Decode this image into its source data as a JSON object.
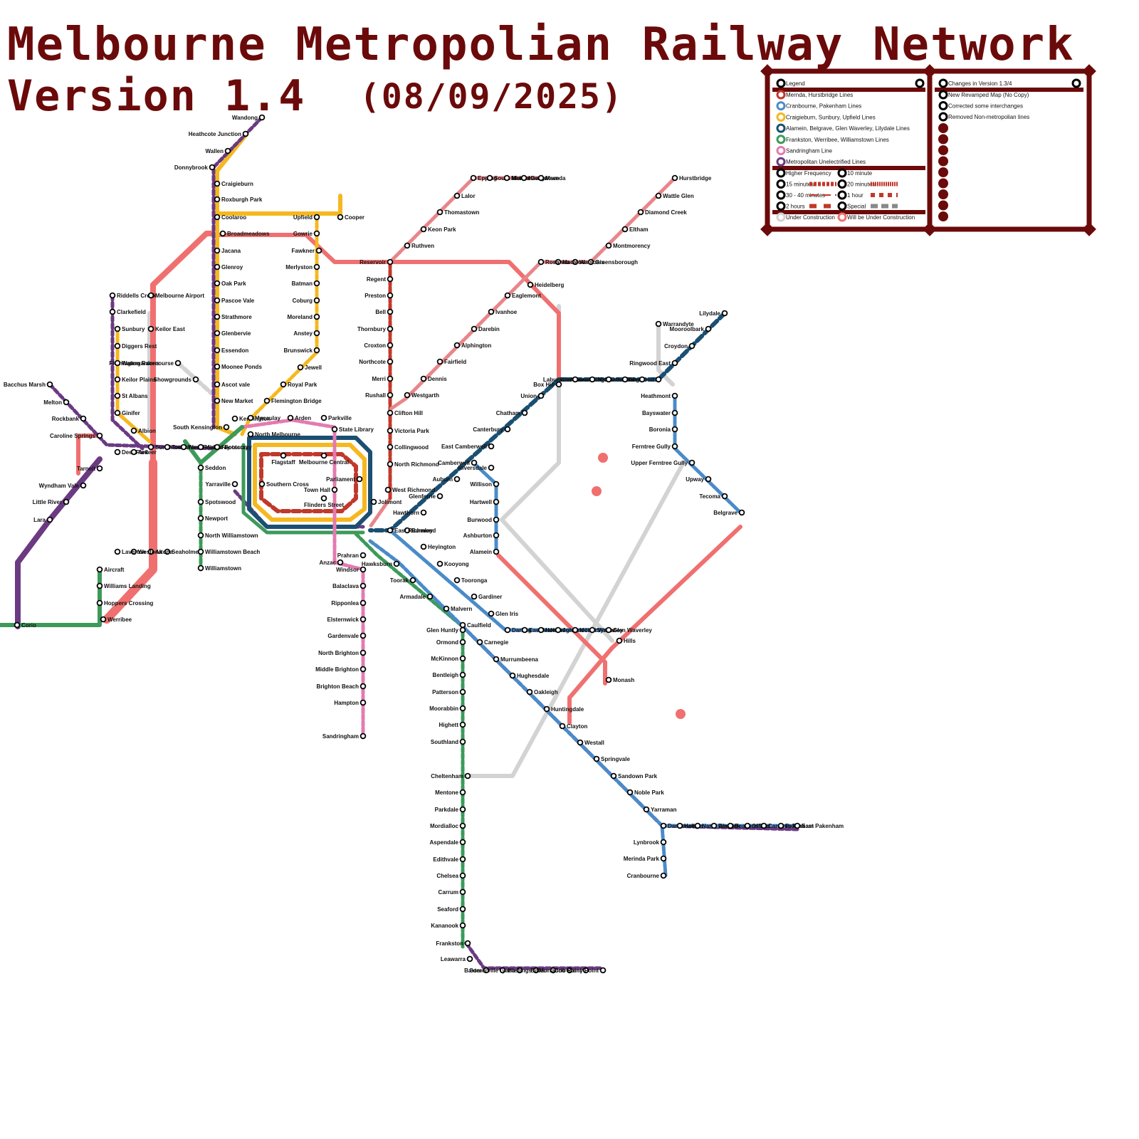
{
  "title": {
    "line1": "Melbourne Metropolian Railway Network",
    "line2": "Version 1.4",
    "date": "(08/09/2025)"
  },
  "colors": {
    "mernda": "#c0392b",
    "hurstbridge": "#e8868a",
    "cranbourne": "#4a8bc9",
    "craigieburn": "#f5b820",
    "dandenong_blue": "#1b4f72",
    "frankston": "#3d9a5a",
    "sandringham": "#e37bb0",
    "unelectrified": "#6b3a82",
    "construction": "#d3d3d3",
    "will_be_construction": "#f07070",
    "legend_frame": "#6b0a0a"
  },
  "legend": {
    "title": "Legend",
    "lines": [
      "Mernda, Hurstbridge Lines",
      "Cranbourne, Pakenham Lines",
      "Craigieburn, Sunbury, Upfield Lines",
      "Alamein, Belgrave, Glen Waverley, Lilydale Lines",
      "Frankston, Werribee, Williamstown Lines",
      "Sandringham Line",
      "Metropolitan Unelectrified Lines"
    ],
    "frequencies": [
      {
        "label": "Higher Frequency"
      },
      {
        "label": "10 minute"
      },
      {
        "label": "15 minutes"
      },
      {
        "label": "20 minutes"
      },
      {
        "label": "30 - 40 minutes"
      },
      {
        "label": "1 hour"
      },
      {
        "label": "2 hours"
      },
      {
        "label": "Special"
      }
    ],
    "status": [
      "Under Construction",
      "Will be Under Construction"
    ]
  },
  "changes": {
    "title": "Changes in Version 1.3/4",
    "items": [
      "New Revamped Map (No Copy)",
      "Corrected some interchanges",
      "Removed Non-metropolian lines"
    ]
  },
  "stations": [
    {
      "name": "Wandong"
    },
    {
      "name": "Heathcote Junction"
    },
    {
      "name": "Wallen"
    },
    {
      "name": "Donnybrook"
    },
    {
      "name": "Craigieburn"
    },
    {
      "name": "Roxburgh Park"
    },
    {
      "name": "Coolaroo"
    },
    {
      "name": "Broadmeadows"
    },
    {
      "name": "Jacana"
    },
    {
      "name": "Glenroy"
    },
    {
      "name": "Oak Park"
    },
    {
      "name": "Pascoe Vale"
    },
    {
      "name": "Strathmore"
    },
    {
      "name": "Glenbervie"
    },
    {
      "name": "Essendon"
    },
    {
      "name": "Moonee Ponds"
    },
    {
      "name": "Ascot vale"
    },
    {
      "name": "New Market"
    },
    {
      "name": "Kensington"
    },
    {
      "name": "South Kensington"
    },
    {
      "name": "Upfield"
    },
    {
      "name": "Cooper"
    },
    {
      "name": "Gowrie"
    },
    {
      "name": "Fawkner"
    },
    {
      "name": "Merlyston"
    },
    {
      "name": "Batman"
    },
    {
      "name": "Coburg"
    },
    {
      "name": "Moreland"
    },
    {
      "name": "Anstey"
    },
    {
      "name": "Brunswick"
    },
    {
      "name": "Jewell"
    },
    {
      "name": "Royal Park"
    },
    {
      "name": "Flemington Bridge"
    },
    {
      "name": "Macaulay"
    },
    {
      "name": "Arden"
    },
    {
      "name": "Parkville"
    },
    {
      "name": "State Library"
    },
    {
      "name": "North Melbourne"
    },
    {
      "name": "Flagstaff"
    },
    {
      "name": "Melbourne Central"
    },
    {
      "name": "Parliament"
    },
    {
      "name": "Southern Cross"
    },
    {
      "name": "Flinders Street"
    },
    {
      "name": "Town Hall"
    },
    {
      "name": "Anzac"
    },
    {
      "name": "Jolimont"
    },
    {
      "name": "Epping"
    },
    {
      "name": "South Morant"
    },
    {
      "name": "Middle Gorge"
    },
    {
      "name": "Hawkstowe"
    },
    {
      "name": "Mernda"
    },
    {
      "name": "Lalor"
    },
    {
      "name": "Thomastown"
    },
    {
      "name": "Keon Park"
    },
    {
      "name": "Ruthven"
    },
    {
      "name": "Reservoir"
    },
    {
      "name": "Regent"
    },
    {
      "name": "Preston"
    },
    {
      "name": "Bell"
    },
    {
      "name": "Thornbury"
    },
    {
      "name": "Croxton"
    },
    {
      "name": "Northcote"
    },
    {
      "name": "Merri"
    },
    {
      "name": "Rushall"
    },
    {
      "name": "Clifton Hill"
    },
    {
      "name": "Victoria Park"
    },
    {
      "name": "Collingwood"
    },
    {
      "name": "North Richmond"
    },
    {
      "name": "West Richmond"
    },
    {
      "name": "Hurstbridge"
    },
    {
      "name": "Wattle Glen"
    },
    {
      "name": "Diamond Creek"
    },
    {
      "name": "Eltham"
    },
    {
      "name": "Montmorency"
    },
    {
      "name": "Greensborough"
    },
    {
      "name": "Watsonia"
    },
    {
      "name": "Macleod"
    },
    {
      "name": "Rosanna"
    },
    {
      "name": "Heidelberg"
    },
    {
      "name": "Eaglemont"
    },
    {
      "name": "Ivanhoe"
    },
    {
      "name": "Darebin"
    },
    {
      "name": "Alphington"
    },
    {
      "name": "Fairfield"
    },
    {
      "name": "Dennis"
    },
    {
      "name": "Westgarth"
    },
    {
      "name": "Lilydale"
    },
    {
      "name": "Mooroolbark"
    },
    {
      "name": "Croydon"
    },
    {
      "name": "Ringwood East"
    },
    {
      "name": "Warrandyte"
    },
    {
      "name": "Ringwood"
    },
    {
      "name": "Heatherdale"
    },
    {
      "name": "Mitcham"
    },
    {
      "name": "Nunawading"
    },
    {
      "name": "Blackburn"
    },
    {
      "name": "Laburnum"
    },
    {
      "name": "Box Hill"
    },
    {
      "name": "Union"
    },
    {
      "name": "Chatham"
    },
    {
      "name": "Canterbury"
    },
    {
      "name": "East Camberwell"
    },
    {
      "name": "Camberwell"
    },
    {
      "name": "Auburn"
    },
    {
      "name": "Glenferrie"
    },
    {
      "name": "Hawthorn"
    },
    {
      "name": "Burnley"
    },
    {
      "name": "East Richmond"
    },
    {
      "name": "Heathmont"
    },
    {
      "name": "Bayswater"
    },
    {
      "name": "Boronia"
    },
    {
      "name": "Ferntree Gully"
    },
    {
      "name": "Upper Ferntree Gully"
    },
    {
      "name": "Upway"
    },
    {
      "name": "Tecoma"
    },
    {
      "name": "Belgrave"
    },
    {
      "name": "Riversdale"
    },
    {
      "name": "Willison"
    },
    {
      "name": "Hartwell"
    },
    {
      "name": "Burwood"
    },
    {
      "name": "Ashburton"
    },
    {
      "name": "Alamein"
    },
    {
      "name": "Heyington"
    },
    {
      "name": "Kooyong"
    },
    {
      "name": "Tooronga"
    },
    {
      "name": "Gardiner"
    },
    {
      "name": "Glen Iris"
    },
    {
      "name": "Darling"
    },
    {
      "name": "East Malvern"
    },
    {
      "name": "Holmesglen"
    },
    {
      "name": "Jordanville"
    },
    {
      "name": "Mount Waverley"
    },
    {
      "name": "Syndal"
    },
    {
      "name": "Glen Waverley"
    },
    {
      "name": "Hills"
    },
    {
      "name": "Monash"
    },
    {
      "name": "Prahran"
    },
    {
      "name": "Windsor"
    },
    {
      "name": "Balaclava"
    },
    {
      "name": "Ripponlea"
    },
    {
      "name": "Elsternwick"
    },
    {
      "name": "Gardenvale"
    },
    {
      "name": "North Brighton"
    },
    {
      "name": "Middle Brighton"
    },
    {
      "name": "Brighton Beach"
    },
    {
      "name": "Hampton"
    },
    {
      "name": "Sandringham"
    },
    {
      "name": "Hawksburn"
    },
    {
      "name": "Toorak"
    },
    {
      "name": "Armadale"
    },
    {
      "name": "Malvern"
    },
    {
      "name": "Caulfield"
    },
    {
      "name": "Glen Huntly"
    },
    {
      "name": "Carnegie"
    },
    {
      "name": "Murrumbeena"
    },
    {
      "name": "Hughesdale"
    },
    {
      "name": "Oakleigh"
    },
    {
      "name": "Huntingdale"
    },
    {
      "name": "Clayton"
    },
    {
      "name": "Westall"
    },
    {
      "name": "Springvale"
    },
    {
      "name": "Sandown Park"
    },
    {
      "name": "Noble Park"
    },
    {
      "name": "Yarraman"
    },
    {
      "name": "Dandenong"
    },
    {
      "name": "Hallam"
    },
    {
      "name": "Narre Warren"
    },
    {
      "name": "Berwick"
    },
    {
      "name": "Beaconsfield"
    },
    {
      "name": "Officer"
    },
    {
      "name": "Cardinia Park"
    },
    {
      "name": "Pakenham"
    },
    {
      "name": "East Pakenham"
    },
    {
      "name": "Lynbrook"
    },
    {
      "name": "Merinda Park"
    },
    {
      "name": "Cranbourne"
    },
    {
      "name": "Ormond"
    },
    {
      "name": "McKinnon"
    },
    {
      "name": "Bentleigh"
    },
    {
      "name": "Patterson"
    },
    {
      "name": "Moorabbin"
    },
    {
      "name": "Highett"
    },
    {
      "name": "Southland"
    },
    {
      "name": "Cheltenham"
    },
    {
      "name": "Mentone"
    },
    {
      "name": "Parkdale"
    },
    {
      "name": "Mordialloc"
    },
    {
      "name": "Aspendale"
    },
    {
      "name": "Edithvale"
    },
    {
      "name": "Chelsea"
    },
    {
      "name": "Carrum"
    },
    {
      "name": "Seaford"
    },
    {
      "name": "Kananook"
    },
    {
      "name": "Frankston"
    },
    {
      "name": "Leawarra"
    },
    {
      "name": "Baxter"
    },
    {
      "name": "Somerville"
    },
    {
      "name": "Tyabb"
    },
    {
      "name": "Hastings"
    },
    {
      "name": "Bittern"
    },
    {
      "name": "Morradoo"
    },
    {
      "name": "Crib Point"
    },
    {
      "name": "Stony Point"
    },
    {
      "name": "Seddon"
    },
    {
      "name": "Yarraville"
    },
    {
      "name": "Spotswood"
    },
    {
      "name": "Newport"
    },
    {
      "name": "North Williamstown"
    },
    {
      "name": "Williamstown Beach"
    },
    {
      "name": "Williamstown"
    },
    {
      "name": "Seaholme"
    },
    {
      "name": "Altona"
    },
    {
      "name": "Westona"
    },
    {
      "name": "Laverton"
    },
    {
      "name": "Aircraft"
    },
    {
      "name": "Williams Landing"
    },
    {
      "name": "Hoppers Crossing"
    },
    {
      "name": "Werribee"
    },
    {
      "name": "Corio"
    },
    {
      "name": "Lara"
    },
    {
      "name": "Little River"
    },
    {
      "name": "Wyndham Vale"
    },
    {
      "name": "Tarneit"
    },
    {
      "name": "Deer Park"
    },
    {
      "name": "Caroline Springs"
    },
    {
      "name": "Rockbank"
    },
    {
      "name": "Melton"
    },
    {
      "name": "Bacchus Marsh"
    },
    {
      "name": "Ardeer"
    },
    {
      "name": "Albion"
    },
    {
      "name": "Sunshine"
    },
    {
      "name": "Tottenham"
    },
    {
      "name": "West Footscray"
    },
    {
      "name": "Middle Footscray"
    },
    {
      "name": "Footscray"
    },
    {
      "name": "Showgrounds"
    },
    {
      "name": "Flemington Racecourse"
    },
    {
      "name": "Ginifer"
    },
    {
      "name": "St Albans"
    },
    {
      "name": "Keilor Plains"
    },
    {
      "name": "Watergardens"
    },
    {
      "name": "Diggers Rest"
    },
    {
      "name": "Sunbury"
    },
    {
      "name": "Clarkefield"
    },
    {
      "name": "Riddells Creek"
    },
    {
      "name": "Melbourne Airport"
    },
    {
      "name": "Keilor East"
    }
  ]
}
